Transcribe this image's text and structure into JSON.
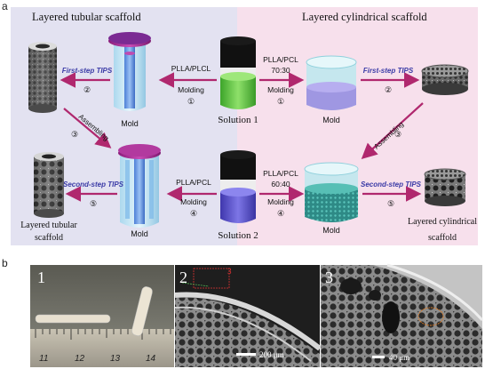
{
  "panel_a": {
    "letter": "a",
    "left_title": "Layered tubular scaffold",
    "right_title": "Layered cylindrical scaffold",
    "colors": {
      "left_bg": "#e3e2f1",
      "right_bg": "#f7e0ec",
      "arrow": "#b0286e",
      "step_text": "#3a3aa6",
      "solution1": "#58c03a",
      "solution2": "#5a52c8"
    },
    "solution1": "Solution 1",
    "solution2": "Solution 2",
    "mold": "Mold",
    "ratio_70_30": "70:30",
    "ratio_60_40": "60:40",
    "plla_pclc": "PLLA/PLCL",
    "plla_pcl": "PLLA/PCL",
    "molding": "Molding",
    "first_step": "First-step TIPS",
    "second_step": "Second-step TIPS",
    "assembling": "Assembling",
    "num1": "①",
    "num2": "②",
    "num3": "③",
    "num4": "④",
    "num5": "⑤",
    "layered_tubular": [
      "Layered tubular",
      "scaffold"
    ],
    "layered_cyl": [
      "Layered cylindrical",
      "scaffold"
    ]
  },
  "panel_b": {
    "letter": "b",
    "photo1_num": "1",
    "photo2_num": "2",
    "photo3_num": "3",
    "ruler_labels": [
      "11",
      "12",
      "13",
      "14"
    ],
    "scale2": "200 μm",
    "scale3": "40 μm",
    "inset2_label": "3"
  }
}
